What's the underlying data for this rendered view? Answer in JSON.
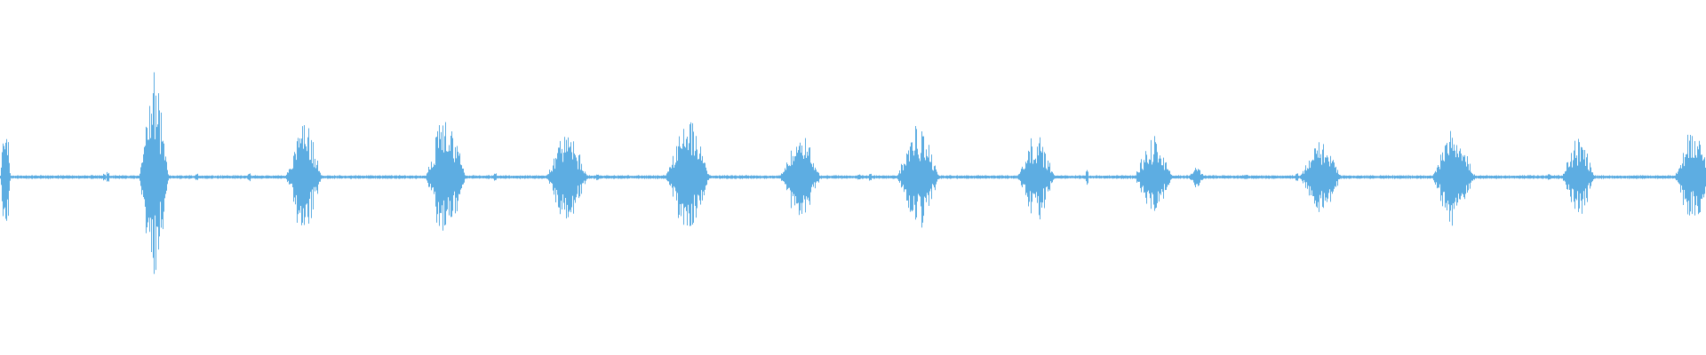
{
  "waveform": {
    "color": "#5dade2",
    "baseline_amplitude": 0.008,
    "bursts": [
      {
        "center": 0.003,
        "width": 0.006,
        "peak": 0.42
      },
      {
        "center": 0.09,
        "width": 0.018,
        "peak": 0.59
      },
      {
        "center": 0.178,
        "width": 0.022,
        "peak": 0.32
      },
      {
        "center": 0.261,
        "width": 0.025,
        "peak": 0.36
      },
      {
        "center": 0.332,
        "width": 0.026,
        "peak": 0.25
      },
      {
        "center": 0.403,
        "width": 0.027,
        "peak": 0.33
      },
      {
        "center": 0.469,
        "width": 0.025,
        "peak": 0.24
      },
      {
        "center": 0.538,
        "width": 0.026,
        "peak": 0.29
      },
      {
        "center": 0.607,
        "width": 0.023,
        "peak": 0.25
      },
      {
        "center": 0.676,
        "width": 0.023,
        "peak": 0.24
      },
      {
        "center": 0.701,
        "width": 0.01,
        "peak": 0.06
      },
      {
        "center": 0.774,
        "width": 0.025,
        "peak": 0.23
      },
      {
        "center": 0.852,
        "width": 0.026,
        "peak": 0.28
      },
      {
        "center": 0.925,
        "width": 0.02,
        "peak": 0.23
      },
      {
        "center": 0.992,
        "width": 0.022,
        "peak": 0.27
      }
    ],
    "blips": [
      {
        "at": 0.061,
        "peak": 0.02
      },
      {
        "at": 0.063,
        "peak": 0.03
      },
      {
        "at": 0.115,
        "peak": 0.02
      },
      {
        "at": 0.146,
        "peak": 0.02
      },
      {
        "at": 0.29,
        "peak": 0.02
      },
      {
        "at": 0.35,
        "peak": 0.015
      },
      {
        "at": 0.503,
        "peak": 0.015
      },
      {
        "at": 0.51,
        "peak": 0.02
      },
      {
        "at": 0.637,
        "peak": 0.04
      },
      {
        "at": 0.73,
        "peak": 0.015
      },
      {
        "at": 0.76,
        "peak": 0.02
      },
      {
        "at": 0.908,
        "peak": 0.015
      }
    ]
  }
}
